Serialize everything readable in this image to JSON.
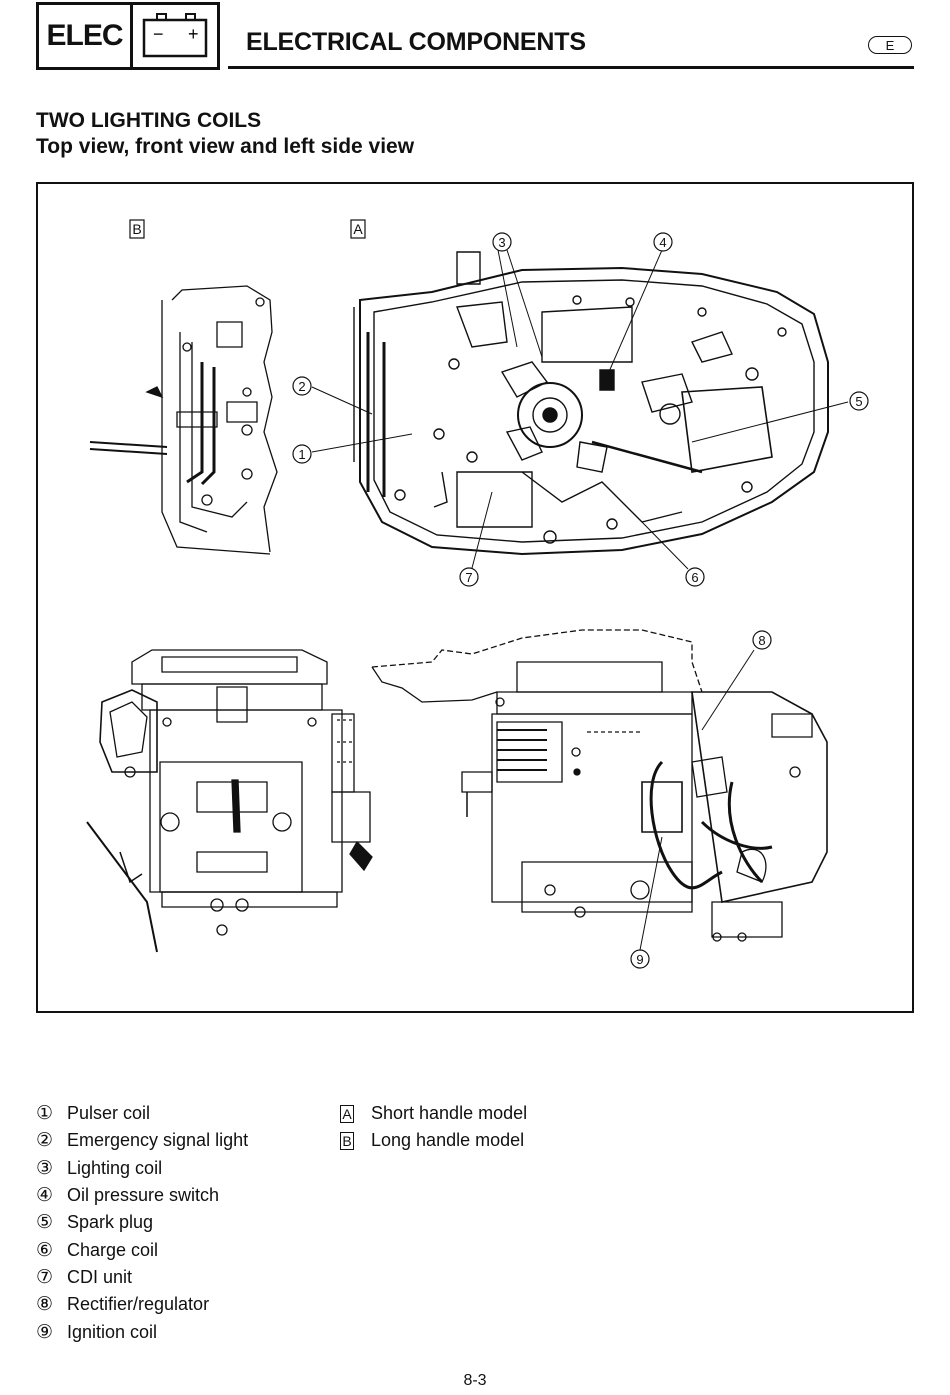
{
  "header": {
    "section_tab": "ELEC",
    "battery_minus": "−",
    "battery_plus": "+",
    "title": "ELECTRICAL COMPONENTS",
    "language": "E"
  },
  "section": {
    "title": "TWO LIGHTING COILS",
    "subtitle": "Top view, front view and left side view"
  },
  "figure": {
    "view_labels": [
      "B",
      "A"
    ],
    "callouts": [
      "3",
      "4",
      "2",
      "5",
      "1",
      "7",
      "6",
      "8",
      "9"
    ]
  },
  "legend": {
    "components": [
      {
        "mark": "①",
        "label": "Pulser coil"
      },
      {
        "mark": "②",
        "label": "Emergency signal light"
      },
      {
        "mark": "③",
        "label": "Lighting coil"
      },
      {
        "mark": "④",
        "label": "Oil pressure switch"
      },
      {
        "mark": "⑤",
        "label": "Spark plug"
      },
      {
        "mark": "⑥",
        "label": "Charge coil"
      },
      {
        "mark": "⑦",
        "label": "CDI unit"
      },
      {
        "mark": "⑧",
        "label": "Rectifier/regulator"
      },
      {
        "mark": "⑨",
        "label": "Ignition coil"
      }
    ],
    "models": [
      {
        "mark": "A",
        "label": "Short handle model"
      },
      {
        "mark": "B",
        "label": "Long handle model"
      }
    ]
  },
  "page_number": "8-3"
}
